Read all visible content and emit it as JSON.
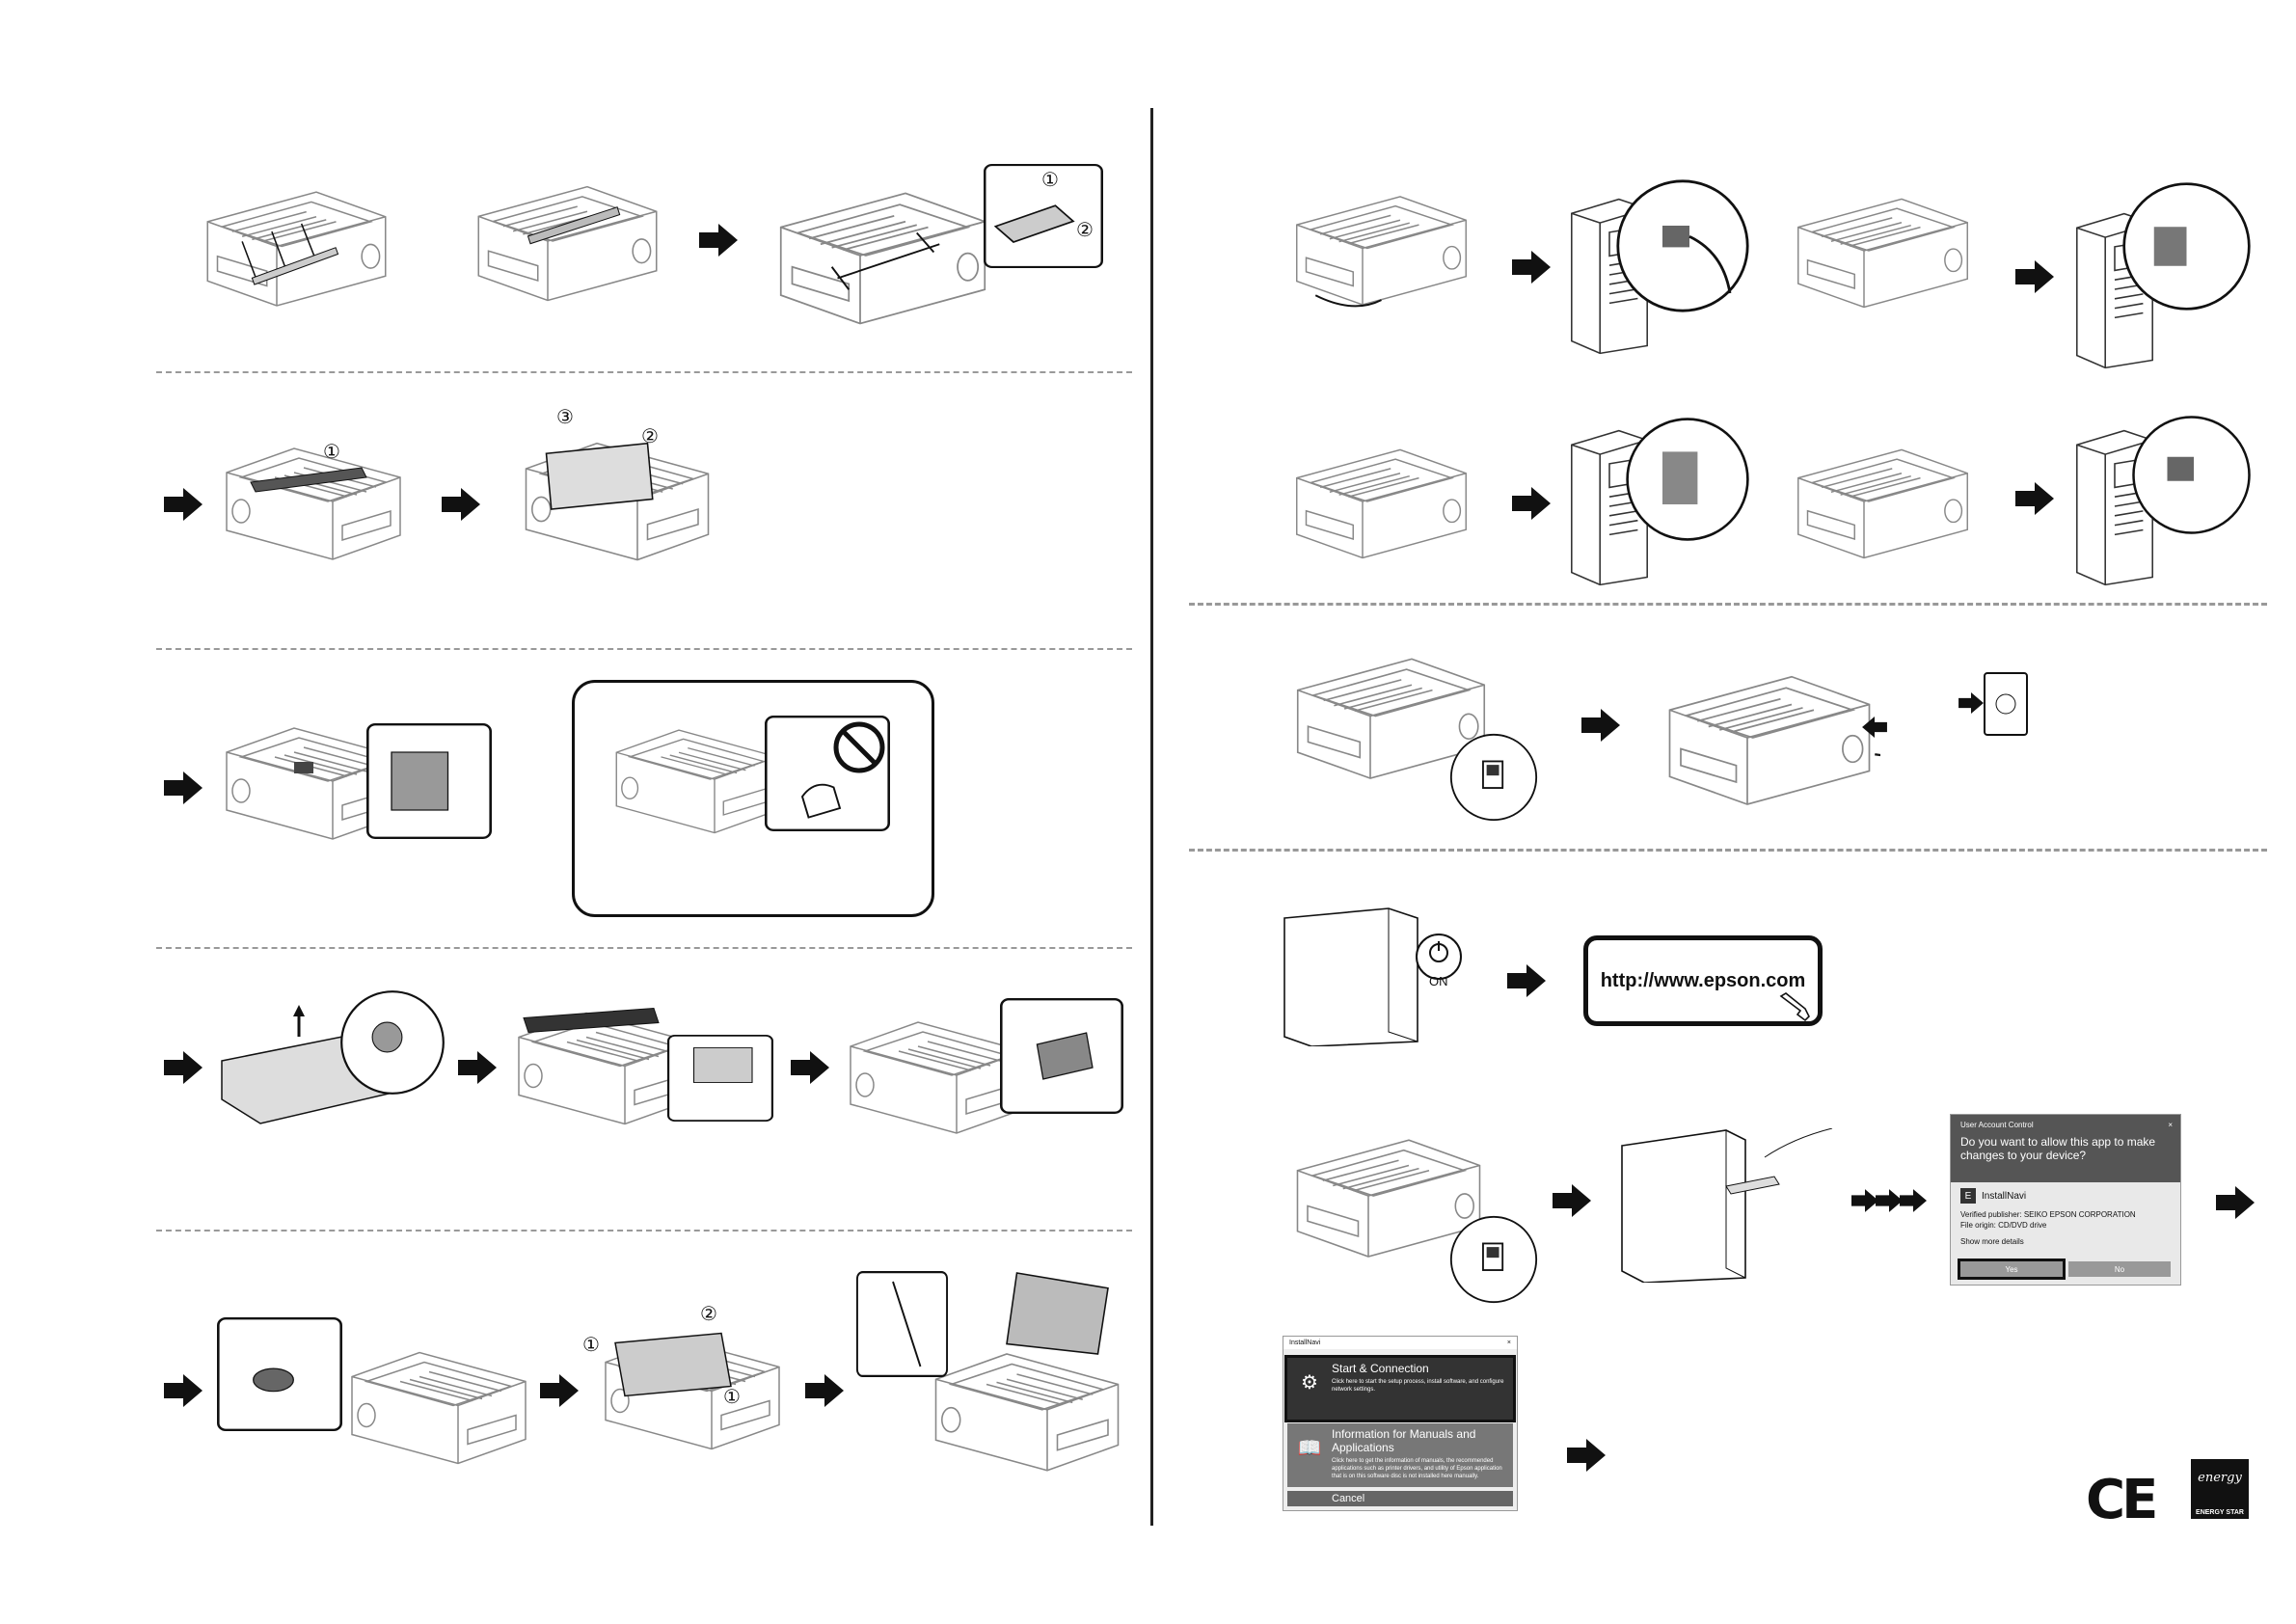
{
  "callouts": {
    "one": "①",
    "two": "②",
    "three": "③"
  },
  "power_button": {
    "label": "ON"
  },
  "url_box": {
    "text": "http://www.epson.com"
  },
  "uac_dialog": {
    "header": "User Account Control",
    "close": "×",
    "question": "Do you want to allow this app to make changes to your device?",
    "app_name": "InstallNavi",
    "app_icon_letter": "E",
    "publisher": "Verified publisher: SEIKO EPSON CORPORATION",
    "origin": "File origin: CD/DVD drive",
    "more": "Show more details",
    "yes": "Yes",
    "no": "No"
  },
  "installnavi": {
    "title": "InstallNavi",
    "close": "×",
    "items": [
      {
        "title": "Start & Connection",
        "desc": "Click here to start the setup process, install software, and configure network settings."
      },
      {
        "title": "Information for Manuals and Applications",
        "desc": "Click here to get the information of manuals, the recommended applications such as printer drivers, and utility of Epson application that is on this software disc is not installed here manually."
      }
    ],
    "cancel": "Cancel"
  },
  "marks": {
    "ce": "CE",
    "energy_star": "ENERGY STAR",
    "energy_script": "energy"
  }
}
